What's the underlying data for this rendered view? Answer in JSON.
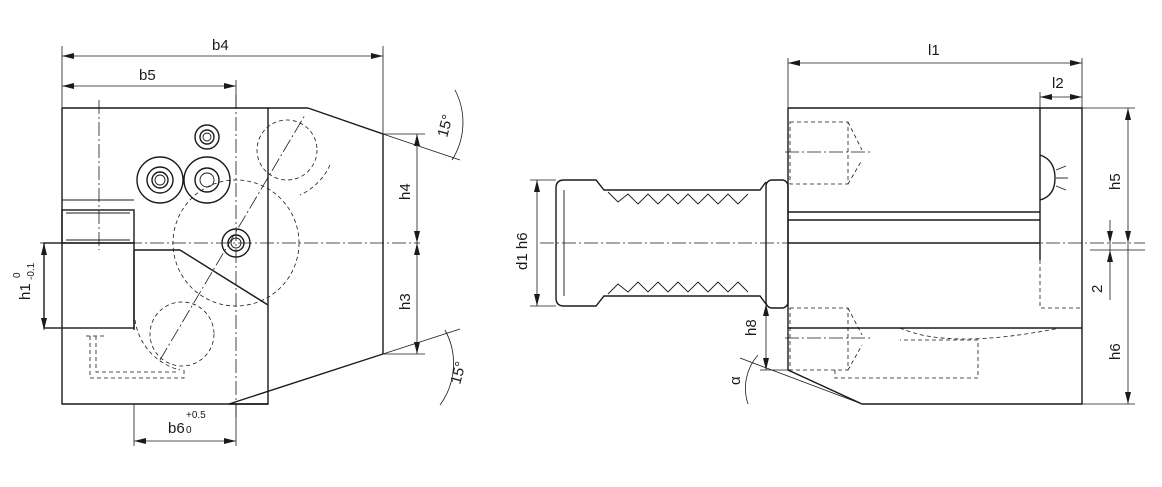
{
  "labels": {
    "b4": "b4",
    "b5": "b5",
    "b6": "b6",
    "b6_tol_upper": "+0.5",
    "b6_tol_lower": "0",
    "h1": "h1",
    "h1_tol_upper": "0",
    "h1_tol_lower": "-0.1",
    "h3": "h3",
    "h4": "h4",
    "angle_top": "15°",
    "angle_bottom": "15°",
    "l1": "l1",
    "l2": "l2",
    "d1": "d1 h6",
    "h5": "h5",
    "h6": "h6",
    "h8": "h8",
    "dim_2": "2",
    "alpha": "α"
  }
}
